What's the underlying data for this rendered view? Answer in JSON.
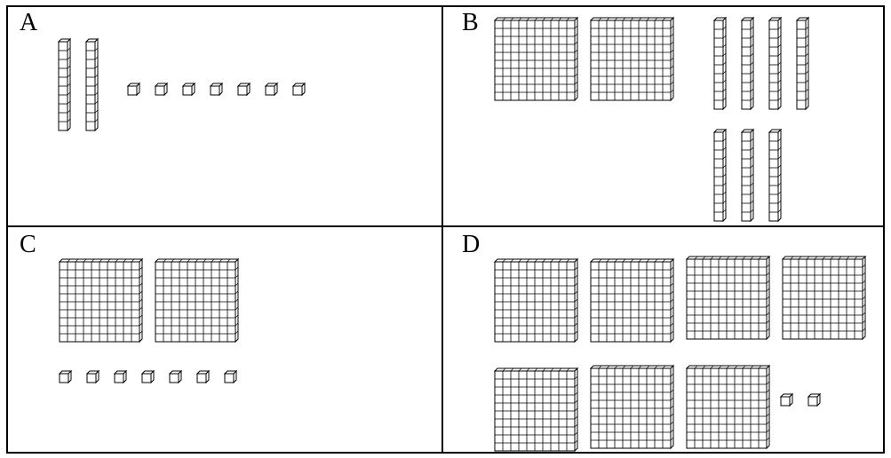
{
  "panels": [
    {
      "label": "A",
      "hundreds": 0,
      "tens": 2,
      "ones": 7
    },
    {
      "label": "B",
      "hundreds": 2,
      "tens": 7,
      "ones": 0
    },
    {
      "label": "C",
      "hundreds": 2,
      "tens": 0,
      "ones": 7
    },
    {
      "label": "D",
      "hundreds": 7,
      "tens": 0,
      "ones": 2
    }
  ]
}
